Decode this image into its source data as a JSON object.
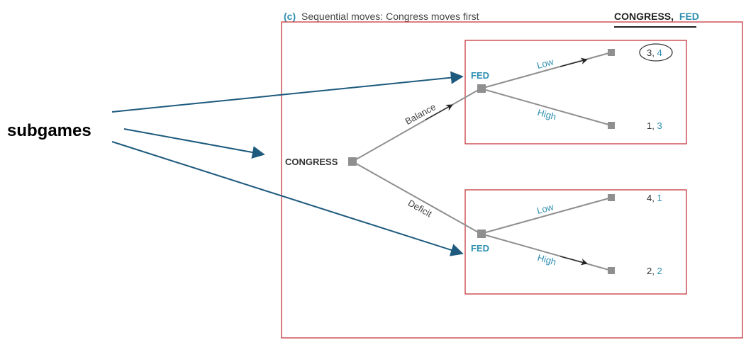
{
  "colors": {
    "accent": "#2e8fb0",
    "branch": "#8f8f8f",
    "node": "#8f8f8f",
    "frame": "#c0282d",
    "annotation_arrow": "#1d5a7d",
    "text": "#333333"
  },
  "header": {
    "part_label": "(c)",
    "caption": "Sequential moves: Congress moves first",
    "players_first": "CONGRESS,",
    "players_second": "FED"
  },
  "annotation": {
    "label": "subgames"
  },
  "tree": {
    "root_player": "CONGRESS",
    "upper": {
      "move": "Balance",
      "player": "FED",
      "low_label": "Low",
      "high_label": "High",
      "low_payoff": {
        "congress": "3",
        "fed": "4",
        "circled": true
      },
      "high_payoff": {
        "congress": "1",
        "fed": "3",
        "circled": false
      }
    },
    "lower": {
      "move": "Deficit",
      "player": "FED",
      "low_label": "Low",
      "high_label": "High",
      "low_payoff": {
        "congress": "4",
        "fed": "1",
        "circled": false
      },
      "high_payoff": {
        "congress": "2",
        "fed": "2",
        "circled": false
      }
    }
  }
}
